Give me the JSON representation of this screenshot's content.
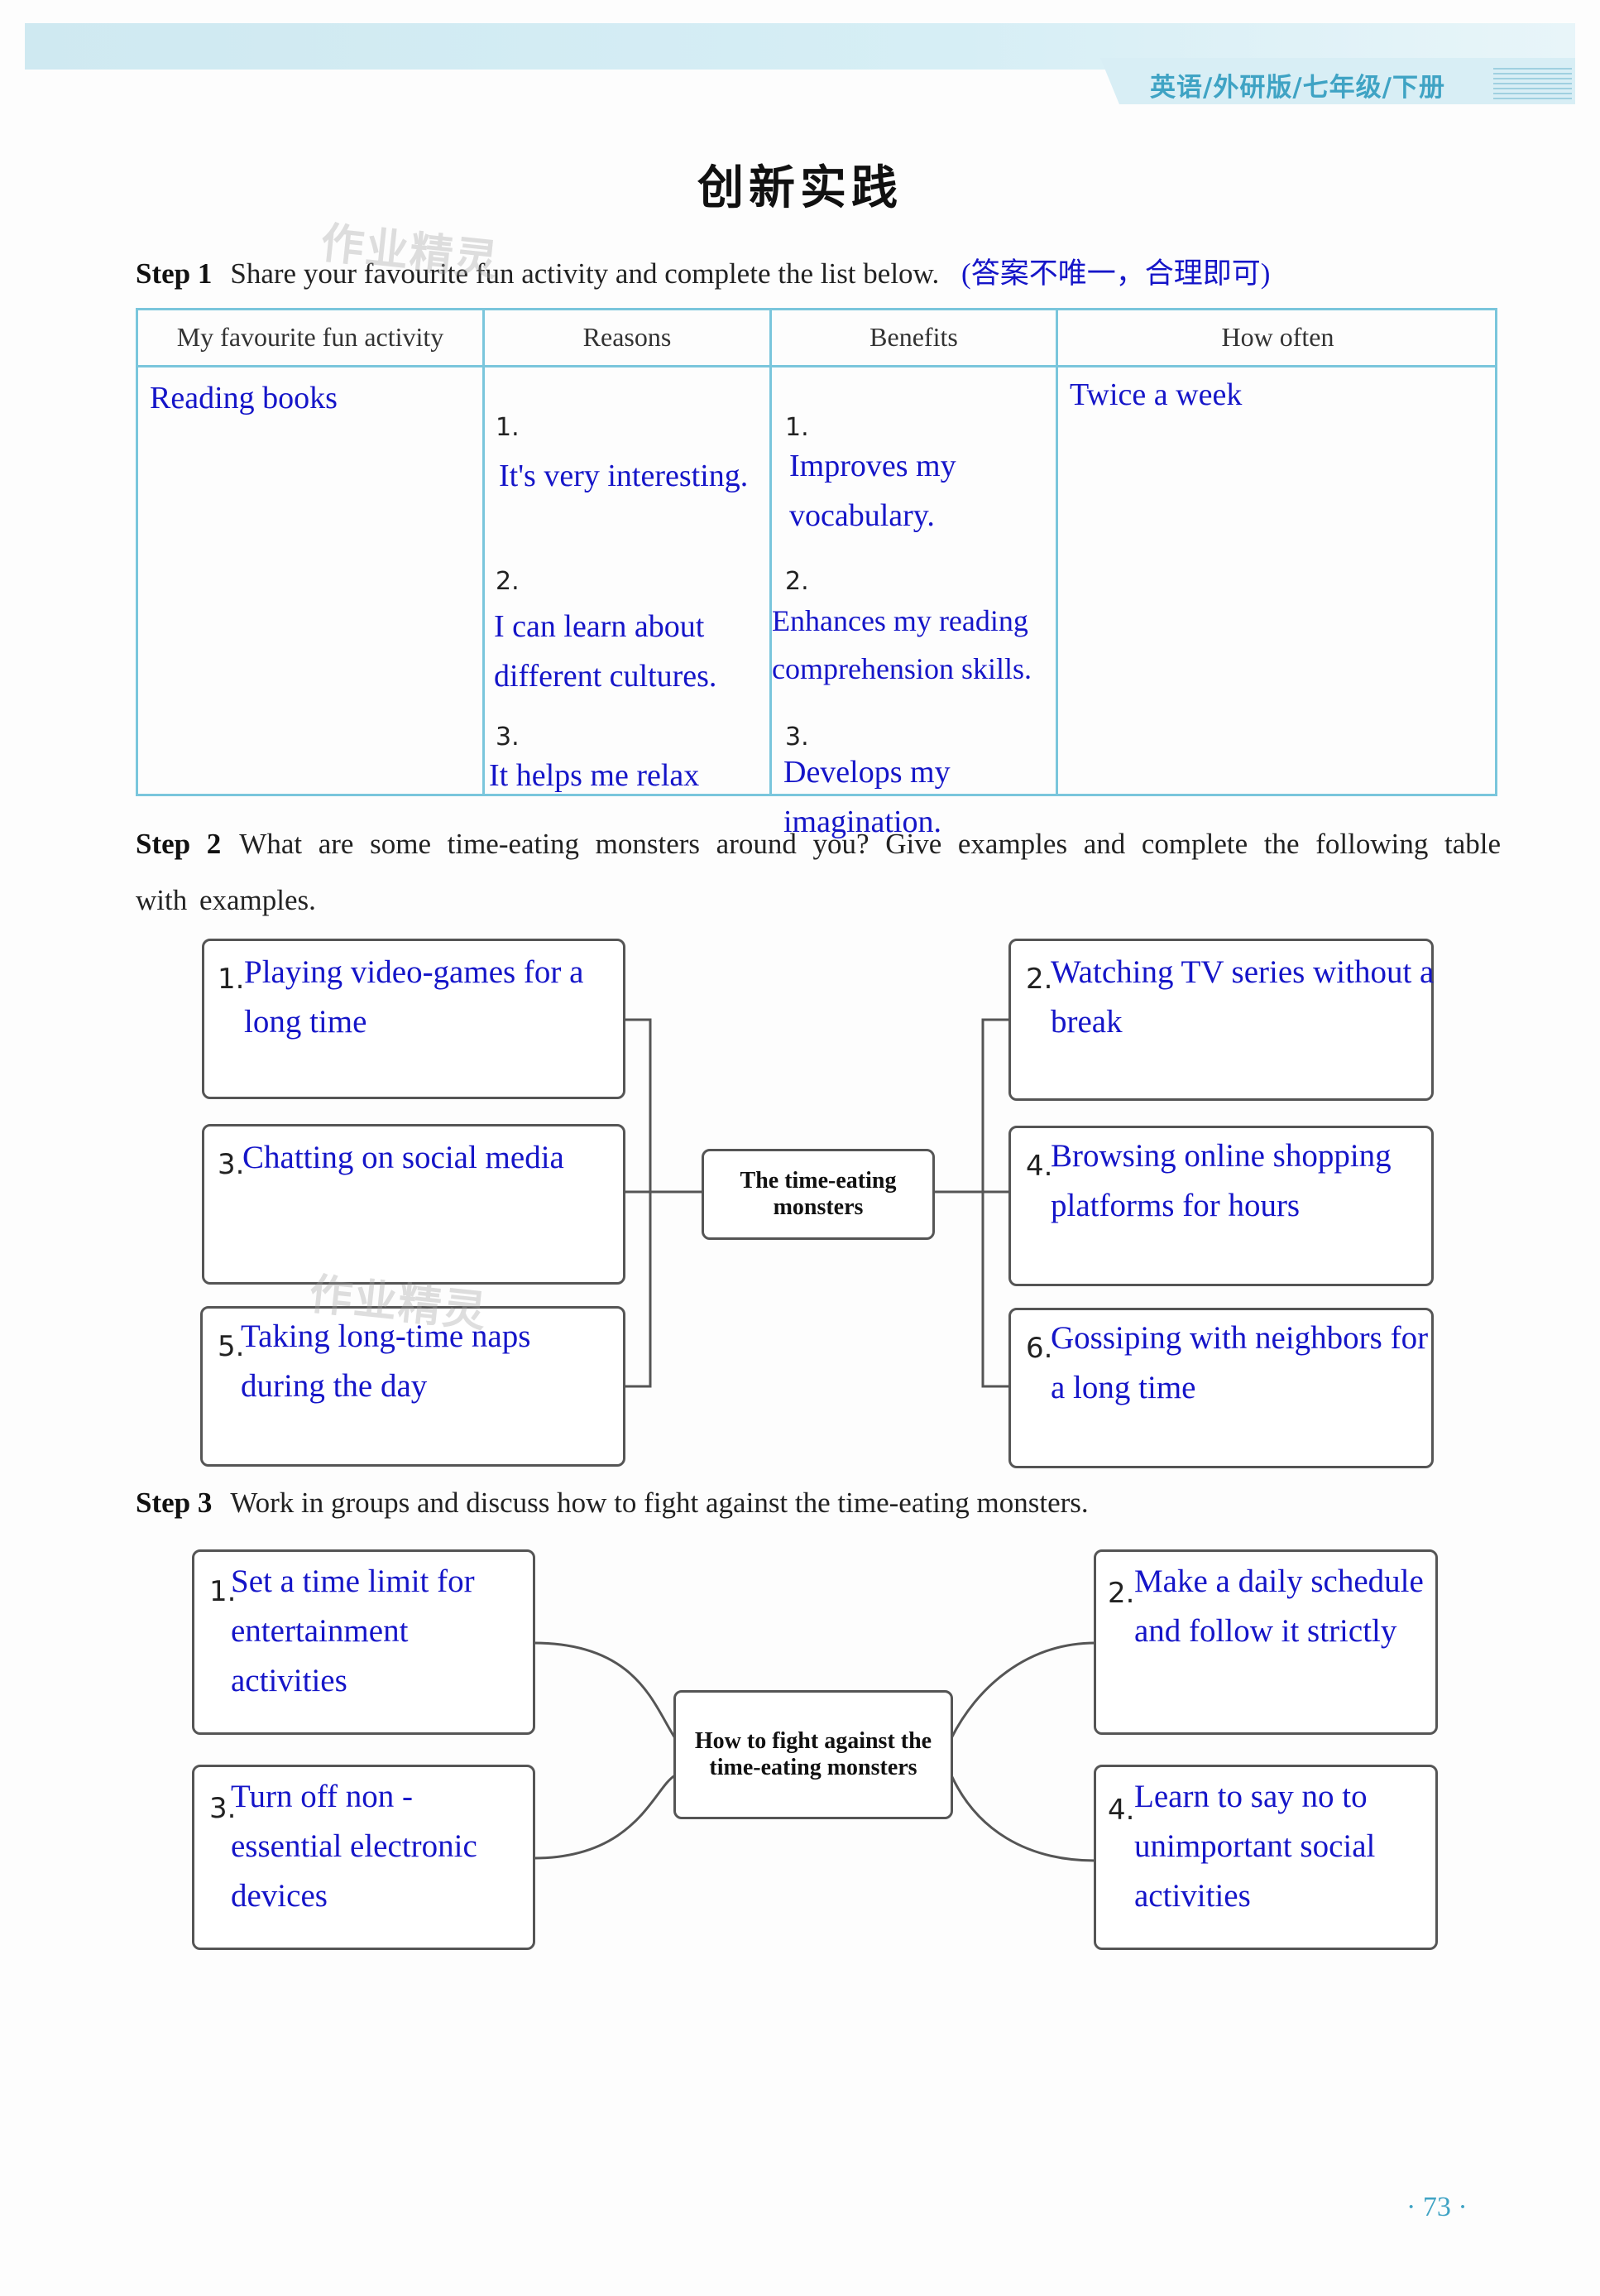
{
  "header": {
    "book_label": "英语/外研版/七年级/下册"
  },
  "title": "创新实践",
  "watermark": "作业精灵",
  "step1": {
    "label": "Step 1",
    "instruction": "Share your favourite fun activity and complete the list below.",
    "answer_note": "(答案不唯一，合理即可)",
    "columns": [
      "My favourite fun activity",
      "Reasons",
      "Benefits",
      "How often"
    ],
    "activity": "Reading books",
    "reasons": [
      {
        "n": "1.",
        "text": "It's very interesting."
      },
      {
        "n": "2.",
        "text": "I can learn about different cultures."
      },
      {
        "n": "3.",
        "text": "It helps me relax"
      }
    ],
    "benefits": [
      {
        "n": "1.",
        "text": "Improves my vocabulary."
      },
      {
        "n": "2.",
        "text": "Enhances my reading comprehension skills."
      },
      {
        "n": "3.",
        "text": "Develops my imagination."
      }
    ],
    "how_often": "Twice a week"
  },
  "step2": {
    "label": "Step 2",
    "instruction": "What are some time-eating monsters around you? Give examples and complete the following table with examples.",
    "center": "The time-eating monsters",
    "items": [
      {
        "n": "1.",
        "text": "Playing video-games for a long time"
      },
      {
        "n": "2.",
        "text": "Watching TV series without a break"
      },
      {
        "n": "3.",
        "text": "Chatting on social media"
      },
      {
        "n": "4.",
        "text": "Browsing online shopping platforms for hours"
      },
      {
        "n": "5.",
        "text": "Taking long-time naps during the day"
      },
      {
        "n": "6.",
        "text": "Gossiping with neighbors for a long time"
      }
    ]
  },
  "step3": {
    "label": "Step 3",
    "instruction": "Work in groups and discuss how to fight against the time-eating monsters.",
    "center": "How to fight against the time-eating monsters",
    "items": [
      {
        "n": "1.",
        "text": "Set a time limit for entertainment activities"
      },
      {
        "n": "2.",
        "text": "Make a daily schedule and follow it strictly"
      },
      {
        "n": "3.",
        "text": "Turn off non - essential electronic devices"
      },
      {
        "n": "4.",
        "text": "Learn to say no to unimportant social activities"
      }
    ]
  },
  "page_number": "· 73 ·"
}
